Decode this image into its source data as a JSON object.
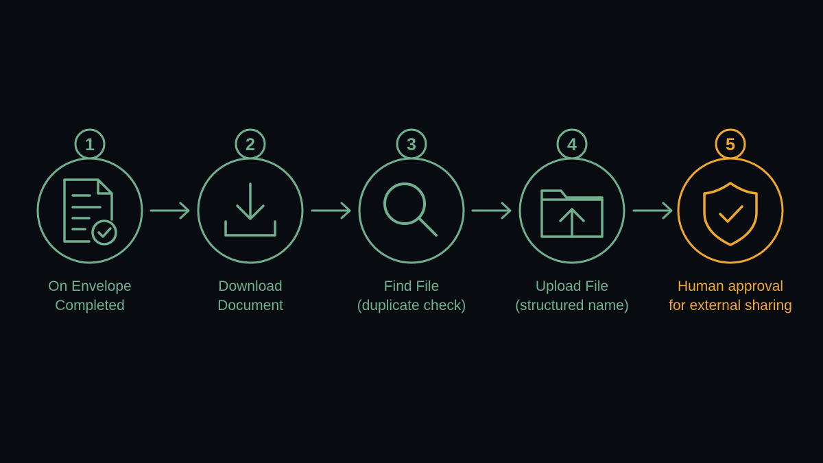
{
  "colors": {
    "background": "#080b10",
    "step": "#6fb08f",
    "highlight": "#efa72c"
  },
  "steps": [
    {
      "number": "1",
      "icon": "document-check-icon",
      "line1": "On Envelope",
      "line2": "Completed"
    },
    {
      "number": "2",
      "icon": "download-icon",
      "line1": "Download",
      "line2": "Document"
    },
    {
      "number": "3",
      "icon": "magnifier-icon",
      "line1": "Find File",
      "line2": "(duplicate check)"
    },
    {
      "number": "4",
      "icon": "folder-upload-icon",
      "line1": "Upload File",
      "line2": "(structured name)"
    },
    {
      "number": "5",
      "icon": "shield-check-icon",
      "line1": "Human approval",
      "line2": "for external sharing",
      "highlight": true
    }
  ]
}
